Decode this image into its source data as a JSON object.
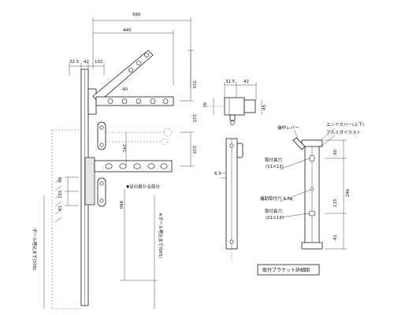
{
  "dimensions": {
    "d560": "560",
    "d440": "440",
    "d32_5": "32.5",
    "d42": "42",
    "d102": "102",
    "d40": "40",
    "d310": "310",
    "d225a": "225",
    "d241": "241",
    "d225b": "225",
    "d90": "90",
    "d115": "115",
    "d41": "41",
    "d880": "880",
    "d32_5_detail": "32.5",
    "d42_detail": "42",
    "d36": "36",
    "d45": "45",
    "d6_5": "6.5",
    "d90_detail": "90",
    "d246": "246",
    "d115_detail": "115",
    "d41_detail": "41"
  },
  "labels": {
    "foot_clearance": "▼足の掛かる部分",
    "pole_inner_left": "ポール埋込まで(508)",
    "pole_inner_right": "※ポール埋込まで(665)",
    "operation_lever": "操作レバー",
    "end_cover": "エンドカバー(上下)",
    "aluminum_die_cast": "アルミダイカスト",
    "mount_hole_a": "取付長穴",
    "mount_hole_a_size": "(11×13)",
    "aux_mount_hole": "補助取付穴 4.5φ",
    "mount_hole_b": "取付長穴",
    "mount_hole_b_size": "(21×11)",
    "bracket_detail_caption": "取付ブラケット詳細図"
  }
}
